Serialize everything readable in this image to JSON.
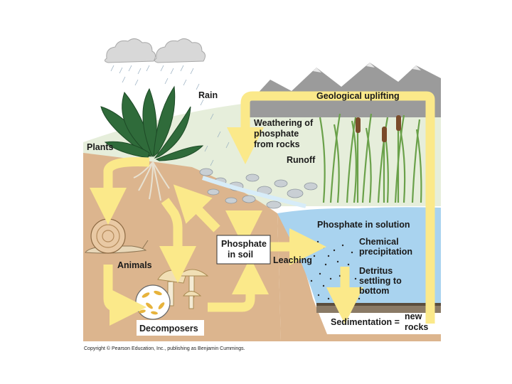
{
  "labels": {
    "rain": "Rain",
    "geological_uplifting": "Geological uplifting",
    "weathering_line1": "Weathering of",
    "weathering_line2": "phosphate",
    "weathering_line3": "from rocks",
    "plants": "Plants",
    "runoff": "Runoff",
    "phosphate_in_solution": "Phosphate in solution",
    "phosphate_soil_line1": "Phosphate",
    "phosphate_soil_line2": "in soil",
    "chemical_line1": "Chemical",
    "chemical_line2": "precipitation",
    "leaching": "Leaching",
    "animals": "Animals",
    "detritus_line1": "Detritus",
    "detritus_line2": "settling to",
    "detritus_line3": "bottom",
    "decomposers": "Decomposers",
    "sedimentation": "Sedimentation =",
    "new_rocks_line1": "new",
    "new_rocks_line2": "rocks",
    "copyright": "Copyright © Pearson Education, Inc., publishing as Benjamin Cummings."
  },
  "colors": {
    "arrow": "#fbe98a",
    "soil": "#dcb58e",
    "water": "#a9d3ef",
    "mountain": "#9b9b9b",
    "sky_hill": "#e3ecd6",
    "leaf": "#2f6b3a",
    "reed": "#7fb35a"
  }
}
